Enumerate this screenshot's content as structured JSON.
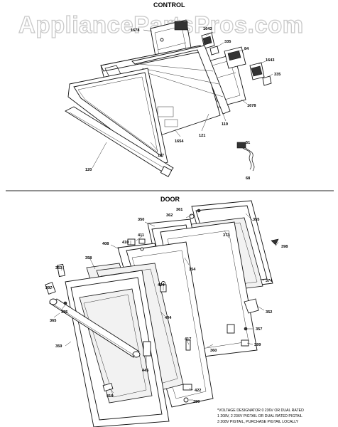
{
  "watermark": "AppliancePartsPros.com",
  "sections": {
    "control": "CONTROL",
    "door": "DOOR"
  },
  "labels": {
    "control": [
      "1678",
      "1643",
      "335",
      "84",
      "1643",
      "335",
      "1678",
      "119",
      "121",
      "1654",
      "117",
      "120",
      "51",
      "68"
    ],
    "door": [
      "350",
      "362",
      "361",
      "355",
      "373",
      "398",
      "411",
      "410",
      "408",
      "354",
      "374",
      "358",
      "353",
      "424",
      "352",
      "397",
      "395",
      "365",
      "404",
      "357",
      "417",
      "360",
      "399",
      "359",
      "445",
      "418",
      "422",
      "399"
    ]
  },
  "footnote": [
    "*VOLTAGE DESIGNATOR 0 236V OR DUAL RATED",
    "1 208V, 2 236V PIGTAIL OR DUAL RATED PIGTAIL",
    "3 208V PIGTAIL, PURCHASE PIGTAIL LOCALLY"
  ]
}
